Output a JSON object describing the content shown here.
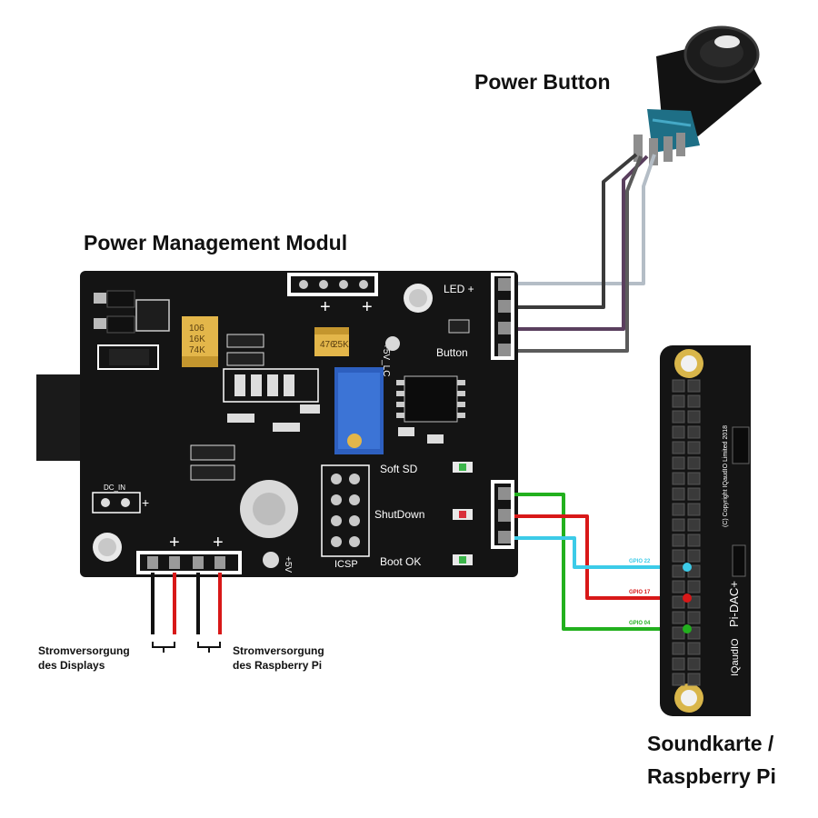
{
  "labels": {
    "power_button": "Power Button",
    "module": "Power Management Modul",
    "soundcard_line1": "Soundkarte /",
    "soundcard_line2": "Raspberry Pi",
    "display_line1": "Stromversorgung",
    "display_line2": "des Displays",
    "pi_line1": "Stromversorgung",
    "pi_line2": "des Raspberry Pi"
  },
  "pcb": {
    "led_plus": "LED +",
    "button": "Button",
    "soft_sd": "Soft SD",
    "shutdown": "ShutDown",
    "boot_ok": "Boot OK",
    "icsp": "ICSP",
    "plus5v": "+5V",
    "plus5v_v": "+5V_LC",
    "dc_in": "DC_IN",
    "cap1": "106",
    "cap2": "16K",
    "cap3": "74K",
    "cap4": "476",
    "cap5": "25K"
  },
  "dac": {
    "brand": "IQaudIO",
    "model": "Pi-DAC+",
    "copyright": "(C) Copyright IQaudIO Limited 2018"
  },
  "gpio": [
    {
      "label": "GPIO 22",
      "color": "#3ccbe8"
    },
    {
      "label": "GPIO 17",
      "color": "#d81818"
    },
    {
      "label": "GPIO 04",
      "color": "#22b01e"
    }
  ],
  "colors": {
    "pcb": "#141414",
    "wire_light": "#b4bdc6",
    "wire_dark": "#3b3b3b",
    "wire_purple": "#5a3f5e",
    "wire_grey": "#5b5b5b"
  }
}
